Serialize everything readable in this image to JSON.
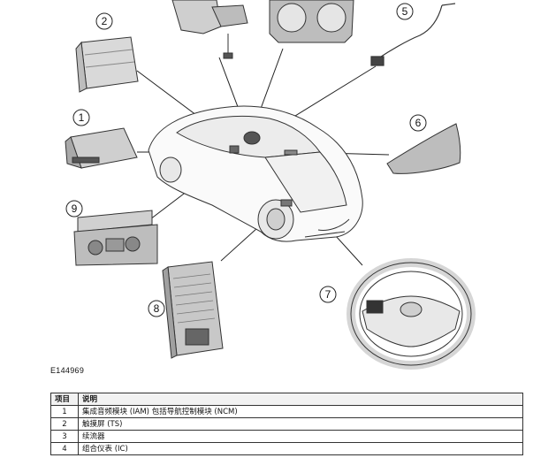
{
  "figure_id": "E144969",
  "callouts": [
    "1",
    "2",
    "5",
    "6",
    "7",
    "8",
    "9"
  ],
  "table": {
    "headers": [
      "项目",
      "说明"
    ],
    "rows": [
      {
        "item": "1",
        "desc": "集成音频模块 (IAM) 包括导航控制模块 (NCM)"
      },
      {
        "item": "2",
        "desc": "触摸屏 (TS)"
      },
      {
        "item": "3",
        "desc": "续流器"
      },
      {
        "item": "4",
        "desc": "组合仪表 (IC)"
      }
    ]
  }
}
